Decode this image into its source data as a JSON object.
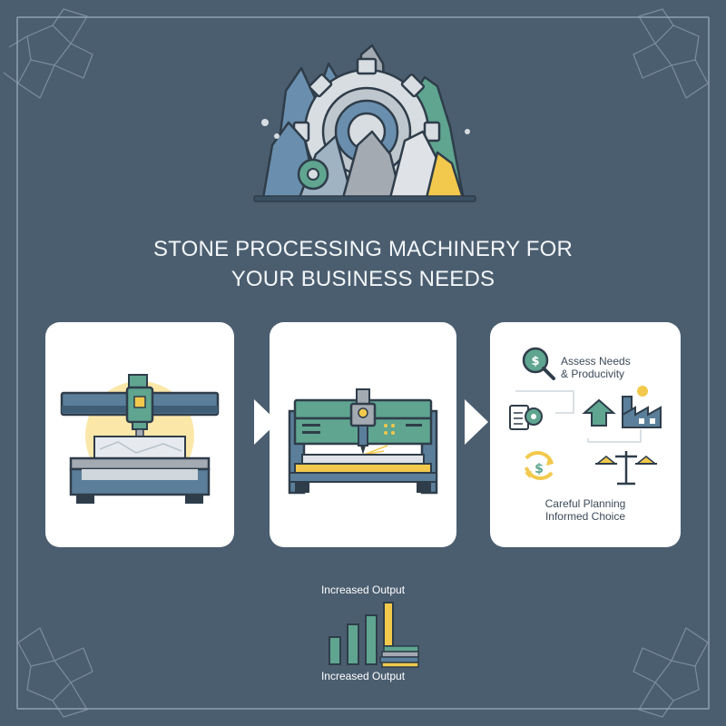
{
  "title": {
    "line1": "STONE PROCESSING MACHINERY FOR",
    "line2": "YOUR BUSINESS NEEDS"
  },
  "steps": [
    {
      "name": "bridge-saw",
      "icon": "bridge-saw-machine-icon"
    },
    {
      "name": "cnc-router",
      "icon": "cnc-router-machine-icon"
    },
    {
      "name": "planning",
      "assess_line1": "Assess Needs",
      "assess_line2": "& Producivity",
      "plan_line1": "Careful Planning",
      "plan_line2": "Informed Choice"
    }
  ],
  "output": {
    "label_top": "Increased Output",
    "label_bottom": "Increased Output"
  },
  "colors": {
    "background": "#4b5e70",
    "teal": "#5fa590",
    "steel_blue": "#5b7f9a",
    "yellow": "#f2c94c",
    "card": "#ffffff"
  }
}
